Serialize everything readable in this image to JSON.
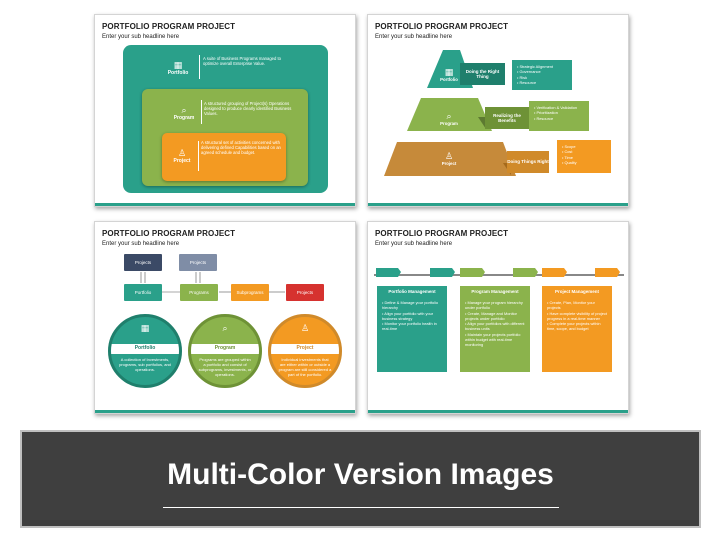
{
  "slide_title": "PORTFOLIO PROGRAM PROJECT",
  "slide_subtitle": "Enter your sub headline here",
  "colors": {
    "teal": "#2aa08a",
    "green": "#8bb34c",
    "orange": "#f39a22",
    "red": "#d6322f",
    "navy": "#3b4a66",
    "slate": "#7f8da6"
  },
  "slide1": {
    "portfolio": {
      "label": "Portfolio",
      "icon": "calculator-icon",
      "desc": "A suite of Business Programs managed to optimize overall Enterprise Value."
    },
    "program": {
      "label": "Program",
      "icon": "analysis-icon",
      "desc": "A structured grouping of Project(s) Operations designed to produce clearly identified Business Values."
    },
    "project": {
      "label": "Project",
      "icon": "presenter-icon",
      "desc": "A structural set of activities concerned with delivering defined Capabilities based on an agreed schedule and budget."
    }
  },
  "slide2": {
    "tiers": [
      {
        "label": "Portfolio",
        "ribbon": "Doing the Right Thing",
        "bullets": [
          "Strategic Alignment",
          "Governance",
          "Risk",
          "Resource"
        ]
      },
      {
        "label": "Program",
        "ribbon": "Realizing the Benefits",
        "bullets": [
          "Verification & Validation",
          "Prioritization",
          "Resource"
        ]
      },
      {
        "label": "Project",
        "ribbon": "Doing Things Right",
        "bullets": [
          "Scope",
          "Cost",
          "Time",
          "Quality"
        ]
      }
    ]
  },
  "slide3": {
    "flow": {
      "projects_1": "Projects",
      "projects_2": "Projects",
      "portfolio": "Portfolio",
      "programs": "Programs",
      "subprograms": "Subprograms",
      "projects_3": "Projects"
    },
    "circles": [
      {
        "label": "Portfolio",
        "text": "A collection of Investments, programs, sub portfolios, and operations."
      },
      {
        "label": "Program",
        "text": "Programs are grouped within a portfolio and consist of subprograms, investments, or operations."
      },
      {
        "label": "Project",
        "text": "Individual investments that are either within or outside a program are still considered a part of the portfolio."
      }
    ]
  },
  "slide4": {
    "columns": [
      {
        "title": "Portfolio Management",
        "bullets": [
          "Define & Manage your portfolio hierarchy",
          "Align your portfolio with your business strategy",
          "Monitor your portfolio health in real-time"
        ]
      },
      {
        "title": "Program Management",
        "bullets": [
          "Manage your program hierarchy under portfolio",
          "Create, Manage and Monitor projects under portfolio",
          "Align your portfolios with different business units",
          "Maintain your projects portfolio within budget with real-time monitoring"
        ]
      },
      {
        "title": "Project Management",
        "bullets": [
          "Create, Plan, Monitor your projects",
          "Have complete visibility of project progress in a real-time manner",
          "Complete your projects within time, scope, and budget"
        ]
      }
    ]
  },
  "banner": {
    "title": "Multi-Color Version Images"
  }
}
